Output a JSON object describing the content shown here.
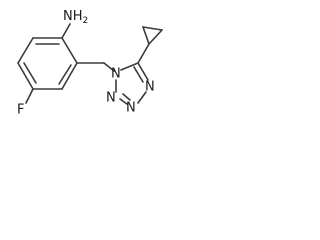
{
  "molecule": {
    "atoms": {
      "amine": "NH",
      "amine_sub": "2",
      "fluoro": "F",
      "tetrazole_n1": "N",
      "tetrazole_n2": "N",
      "tetrazole_n3": "N",
      "tetrazole_n4": "N"
    },
    "bond_color": "#3a3a3a",
    "label_color": "#1a1a1a"
  }
}
